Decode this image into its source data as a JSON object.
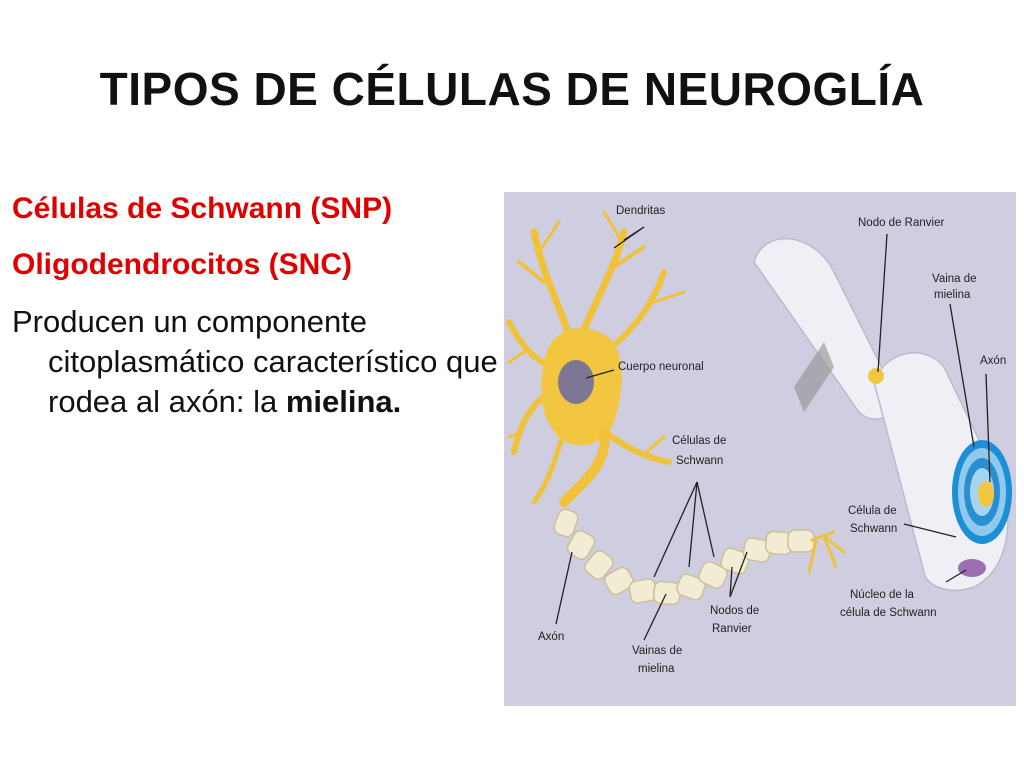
{
  "slide": {
    "title": "TIPOS DE CÉLULAS DE NEUROGLÍA",
    "lines": [
      "Células de Schwann (SNP)",
      "Oligodendrocitos (SNC)"
    ],
    "paragraph": {
      "text": "Producen un componente citoplasmático característico que rodea al axón: la ",
      "bold": "mielina."
    }
  },
  "figure": {
    "background": "#cfcde0",
    "labels": {
      "dendritas": "Dendritas",
      "cuerpo_neuronal": "Cuerpo neuronal",
      "celulas_schwann_1": "Células de",
      "celulas_schwann_2": "Schwann",
      "axon_left": "Axón",
      "vainas_1": "Vainas de",
      "vainas_2": "mielina",
      "nodos_1": "Nodos de",
      "nodos_2": "Ranvier",
      "nodo_ranvier": "Nodo de Ranvier",
      "vaina_1": "Vaina de",
      "vaina_2": "mielina",
      "axon_right": "Axón",
      "celula_schwann_1": "Célula de",
      "celula_schwann_2": "Schwann",
      "nucleo_1": "Núcleo de la",
      "nucleo_2": "célula de Schwann"
    }
  }
}
